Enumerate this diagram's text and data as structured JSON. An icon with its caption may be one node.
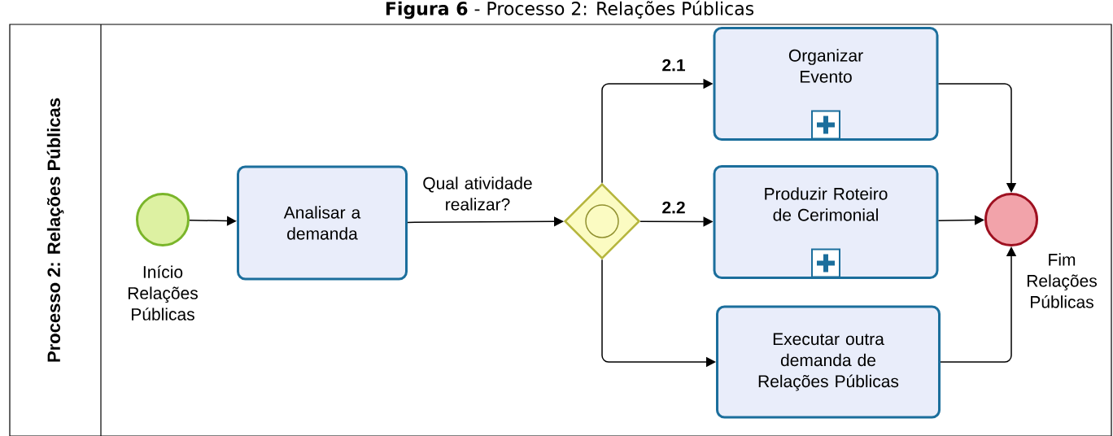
{
  "diagram": {
    "title": "**Figura 6** - Processo 2: Relações Públicas",
    "nodes": [
      {
        "text": [
          "Processo 2: Relações Públicas"
        ]
      },
      {
        "text": [],
        "shape": "circle",
        "beside": [
          "Início Relações Públicas"
        ],
        "in": 0
      },
      {
        "text": [
          "Analisar a demanda"
        ],
        "in": 0
      },
      {
        "text": [],
        "shape": "diamond",
        "in": 0
      },
      {
        "text": [
          "Organizar Evento"
        ],
        "in": 0
      },
      {
        "text": [
          "Produzir Roteiro de Cerimonial"
        ],
        "in": 0
      },
      {
        "text": [
          "Executar outra demanda de Relações Públicas"
        ],
        "in": 0
      },
      {
        "text": [],
        "shape": "circle",
        "beside": [
          "Fim Relações Públicas"
        ],
        "in": 0
      }
    ],
    "edges": [
      {
        "from": 1,
        "to": 2,
        "arrow": "to"
      },
      {
        "from": 2,
        "to": 3,
        "arrow": "to",
        "label": "Qual atividade realizar?"
      },
      {
        "from": 3,
        "to": 4,
        "arrow": "to",
        "label": "2.1"
      },
      {
        "from": 3,
        "to": 5,
        "arrow": "to",
        "label": "2.2"
      },
      {
        "from": 3,
        "to": 6,
        "arrow": "to"
      },
      {
        "from": 4,
        "to": 7,
        "arrow": "to"
      },
      {
        "from": 5,
        "to": 7,
        "arrow": "to"
      },
      {
        "from": 6,
        "to": 7,
        "arrow": "to"
      }
    ]
  }
}
